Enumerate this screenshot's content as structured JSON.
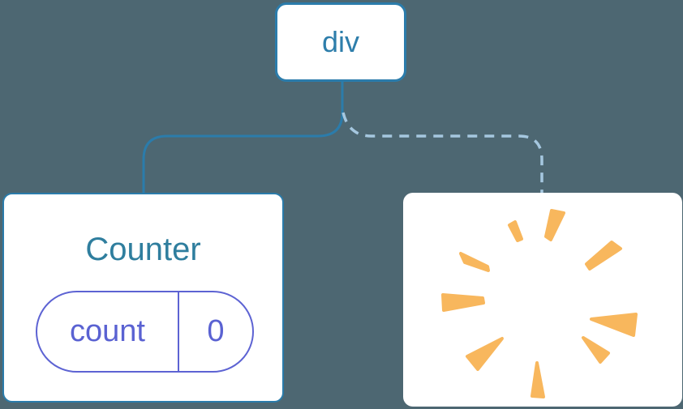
{
  "colors": {
    "background": "#4d6772",
    "card_bg": "#ffffff",
    "node_border": "#2b7cab",
    "node_label": "#2e7eab",
    "counter_title": "#2f7e9e",
    "pill_border": "#5d63d3",
    "pill_text": "#5a62d2",
    "solid_edge": "#2b7cab",
    "dashed_edge": "#a5c7df",
    "poof": "#f8b75d"
  },
  "tree": {
    "root": {
      "label": "div"
    },
    "children": [
      {
        "title": "Counter",
        "edge": "solid",
        "state": {
          "key": "count",
          "value": "0"
        }
      },
      {
        "edge": "dashed",
        "icon": "poof-icon"
      }
    ]
  }
}
